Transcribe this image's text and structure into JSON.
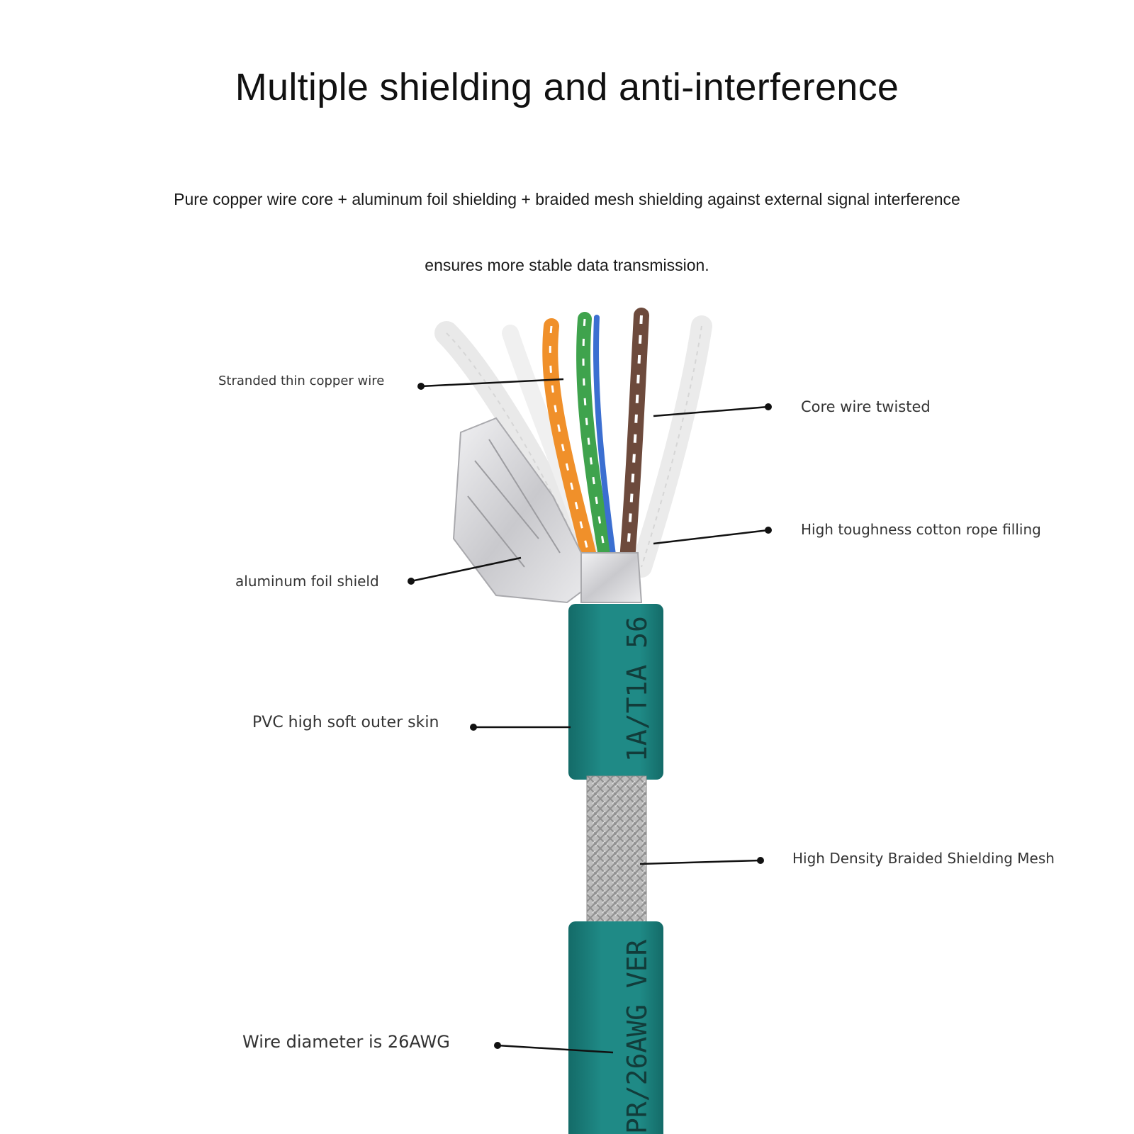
{
  "header": {
    "title": "Multiple shielding and anti-interference",
    "subtitle_line1": "Pure copper wire core + aluminum foil shielding + braided mesh shielding against external signal interference",
    "subtitle_line2": "ensures more stable data transmission."
  },
  "cable": {
    "jacket_print_upper": "1A/T1A 56",
    "jacket_print_lower": "PR/26AWG VER"
  },
  "labels": {
    "stranded_copper": "Stranded thin copper wire",
    "core_twisted": "Core wire twisted",
    "cotton_rope": "High toughness cotton rope filling",
    "foil_shield": "aluminum foil shield",
    "pvc_skin": "PVC high soft outer skin",
    "braided_mesh": "High Density Braided Shielding Mesh",
    "wire_diameter": "Wire diameter is 26AWG"
  },
  "colors": {
    "jacket": "#1f8a86",
    "jacket_dark": "#146b68",
    "braid": "#b9b9b9",
    "foil": "#d9d9dc",
    "orange_wire": "#f0902a",
    "green_wire": "#3fa34d",
    "blue_wire": "#3b6fd1",
    "brown_wire": "#6d4a3c",
    "cotton": "#eeeeee"
  }
}
